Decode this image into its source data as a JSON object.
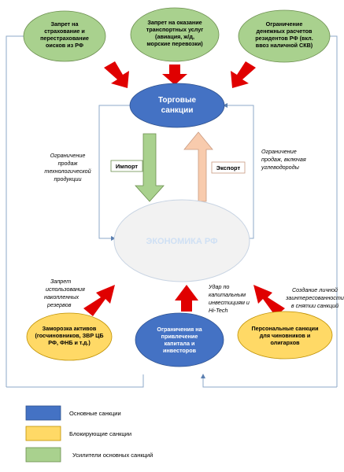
{
  "nodes": {
    "insurance": [
      "Запрет на",
      "страхование и",
      "перестрахование",
      "оисков из РФ"
    ],
    "transport": [
      "Запрет на оказание",
      "транспортных услуг",
      "(авиация, ж/д,",
      "морские перевозки)"
    ],
    "cash": [
      "Ограничение",
      "денежных расчетов",
      "резидентов РФ (вкл.",
      "ввоз наличной СКВ)"
    ],
    "trade": [
      "Торговые",
      "санкции"
    ],
    "economy": "ЭКОНОМИКА РФ",
    "assets": [
      "Заморозка активов",
      "(госчиновников, ЗВР ЦБ",
      "РФ, ФНБ и т.д.)"
    ],
    "capital": [
      "Ограничения на",
      "привлечение",
      "капитала и",
      "инвесторов"
    ],
    "personal": [
      "Персональные санкции",
      "для чиновников и",
      "олигархов"
    ]
  },
  "boxes": {
    "import": "Импорт",
    "export": "Экспорт"
  },
  "notes": {
    "left_tech": [
      "Ограничение",
      "продаж",
      "технологической",
      "продукции"
    ],
    "right_sales": [
      "Ограничение",
      "продаж, включая",
      "углеводороды"
    ],
    "left_reserves": [
      "Запрет",
      "использования",
      "накопленных",
      "резервов"
    ],
    "capital_invest": [
      "Удар по",
      "капитальным",
      "инвестициям и",
      "Hi-Tech"
    ],
    "personal_interest": [
      "Создание личной",
      "заинтересованности",
      "в снятии санкций"
    ]
  },
  "legend": {
    "items": [
      {
        "label": "Основные санкции",
        "color": "#4472c4"
      },
      {
        "label": "Блокирующие санкции",
        "color": "#ffd966"
      },
      {
        "label": "Усилители основных санкций",
        "color": "#a9d18e"
      }
    ]
  },
  "colors": {
    "green": "#a9d18e",
    "blue": "#4472c4",
    "yellow": "#ffd966",
    "gray": "#f2f2f2",
    "red": "#e00000",
    "import_arrow": "#a9d18e",
    "export_arrow": "#f8cbad",
    "line": "#8ea9c8"
  }
}
